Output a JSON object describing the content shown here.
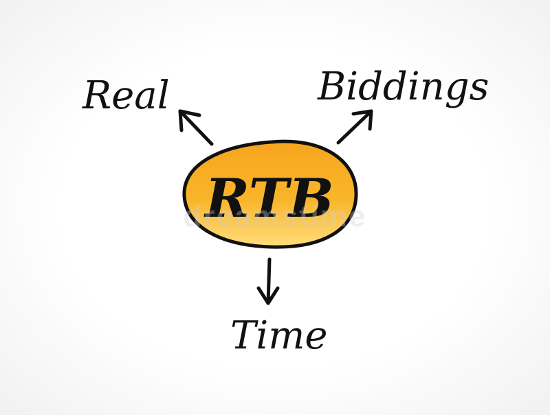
{
  "diagram": {
    "center": {
      "label": "RTB",
      "fill_color": "#f7a51d",
      "fill_light": "#ffdd7a",
      "outline_color": "#111111"
    },
    "labels": {
      "real": "Real",
      "bidding": "Biddings",
      "time": "Time"
    },
    "watermark": "dreamstime"
  }
}
